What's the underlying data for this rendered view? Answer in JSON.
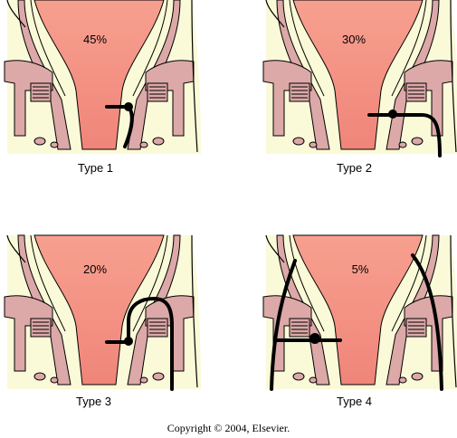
{
  "panels": [
    {
      "label": "Type 1",
      "percent": "45%"
    },
    {
      "label": "Type 2",
      "percent": "30%"
    },
    {
      "label": "Type 3",
      "percent": "20%"
    },
    {
      "label": "Type 4",
      "percent": "5%"
    }
  ],
  "copyright": "Copyright © 2004, Elsevier.",
  "colors": {
    "background": "#fafad8",
    "canal": "#f59a8c",
    "muscle": "#d9a5a5",
    "outline": "#000000",
    "tract": "#000000"
  }
}
